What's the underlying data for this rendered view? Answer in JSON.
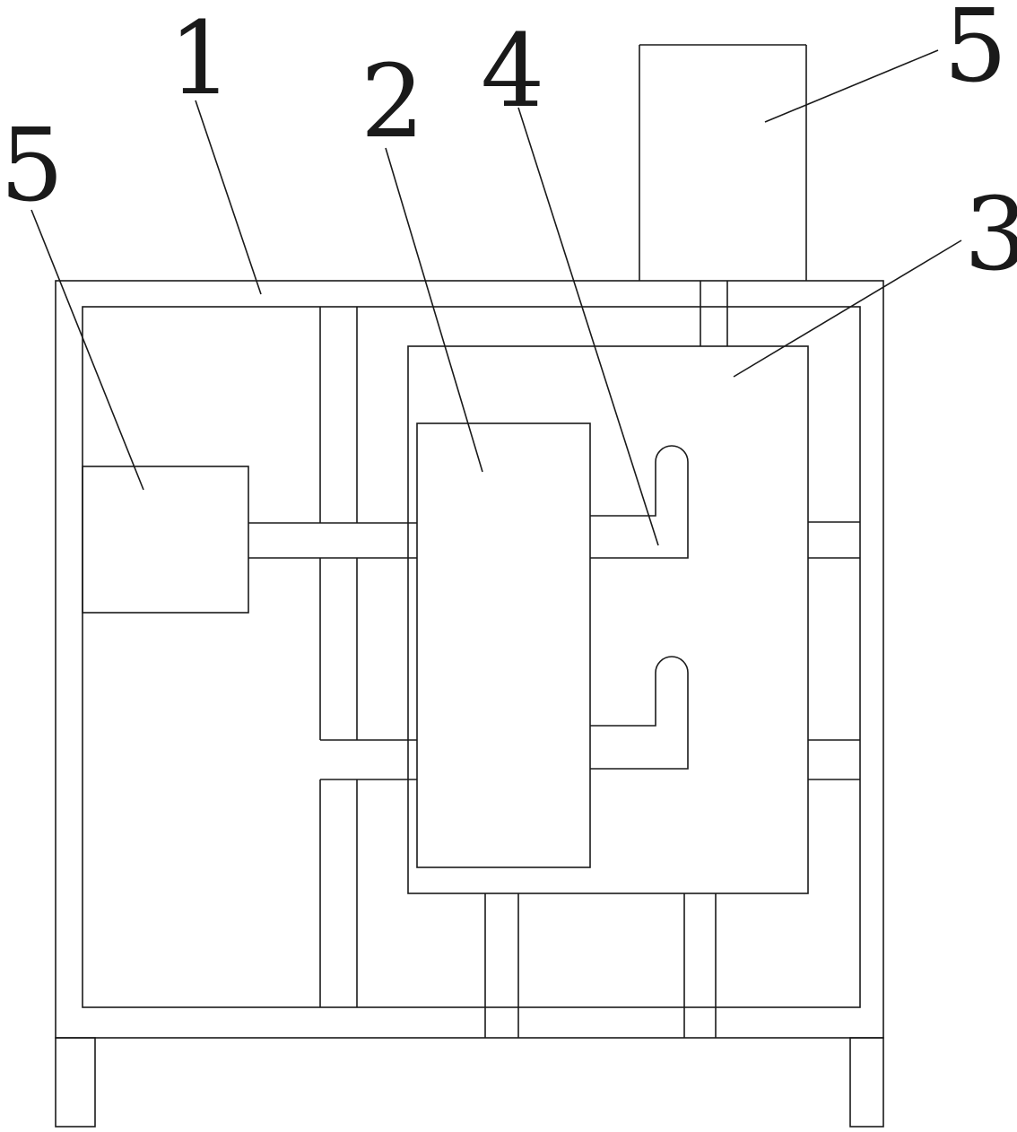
{
  "labels": {
    "part_1": "1",
    "part_2": "2",
    "part_3": "3",
    "part_4": "4",
    "part_5_left": "5",
    "part_5_top": "5"
  },
  "colors": {
    "line": "#1a1a1a",
    "background": "#ffffff"
  }
}
